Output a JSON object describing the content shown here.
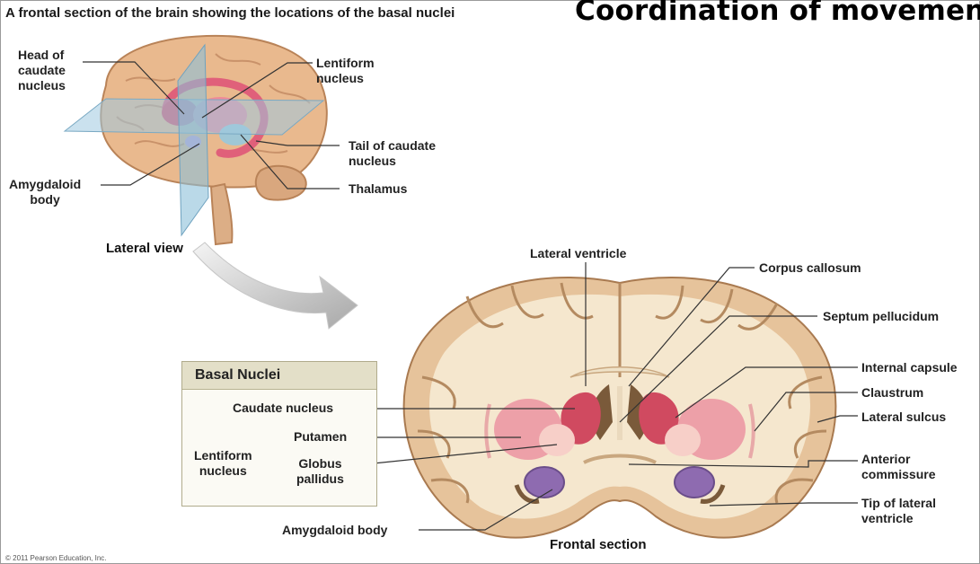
{
  "caption": "A frontal section of the brain showing the locations of the basal nuclei",
  "overlay_title": "Coordination of movement",
  "lateral": {
    "view_label": "Lateral view",
    "labels": {
      "head_caudate": [
        "Head of",
        "caudate",
        "nucleus"
      ],
      "lentiform": [
        "Lentiform",
        "nucleus"
      ],
      "tail_caudate": [
        "Tail of caudate",
        "nucleus"
      ],
      "thalamus": "Thalamus",
      "amygdaloid": [
        "Amygdaloid",
        "body"
      ]
    }
  },
  "frontal": {
    "view_label": "Frontal section",
    "labels": {
      "lateral_ventricle": "Lateral ventricle",
      "corpus_callosum": "Corpus callosum",
      "septum_pellucidum": "Septum pellucidum",
      "internal_capsule": "Internal capsule",
      "claustrum": "Claustrum",
      "lateral_sulcus": "Lateral sulcus",
      "anterior_commissure": [
        "Anterior",
        "commissure"
      ],
      "tip_lateral_ventricle": [
        "Tip of lateral",
        "ventricle"
      ],
      "amygdaloid_body": "Amygdaloid body"
    }
  },
  "basal_nuclei_box": {
    "title": "Basal Nuclei",
    "caudate": "Caudate nucleus",
    "putamen": "Putamen",
    "lentiform": [
      "Lentiform",
      "nucleus"
    ],
    "globus": [
      "Globus",
      "pallidus"
    ]
  },
  "copyright": "© 2011 Pearson Education, Inc.",
  "colors": {
    "cortex": "#e8c9a1",
    "white_matter": "#f4e6cc",
    "caudate": "#d04a60",
    "putamen": "#eda0a8",
    "globus": "#f7cfc8",
    "amygdala": "#8e6bb0",
    "ventricle": "#7a5a3a",
    "plane": "#a9cde0"
  }
}
